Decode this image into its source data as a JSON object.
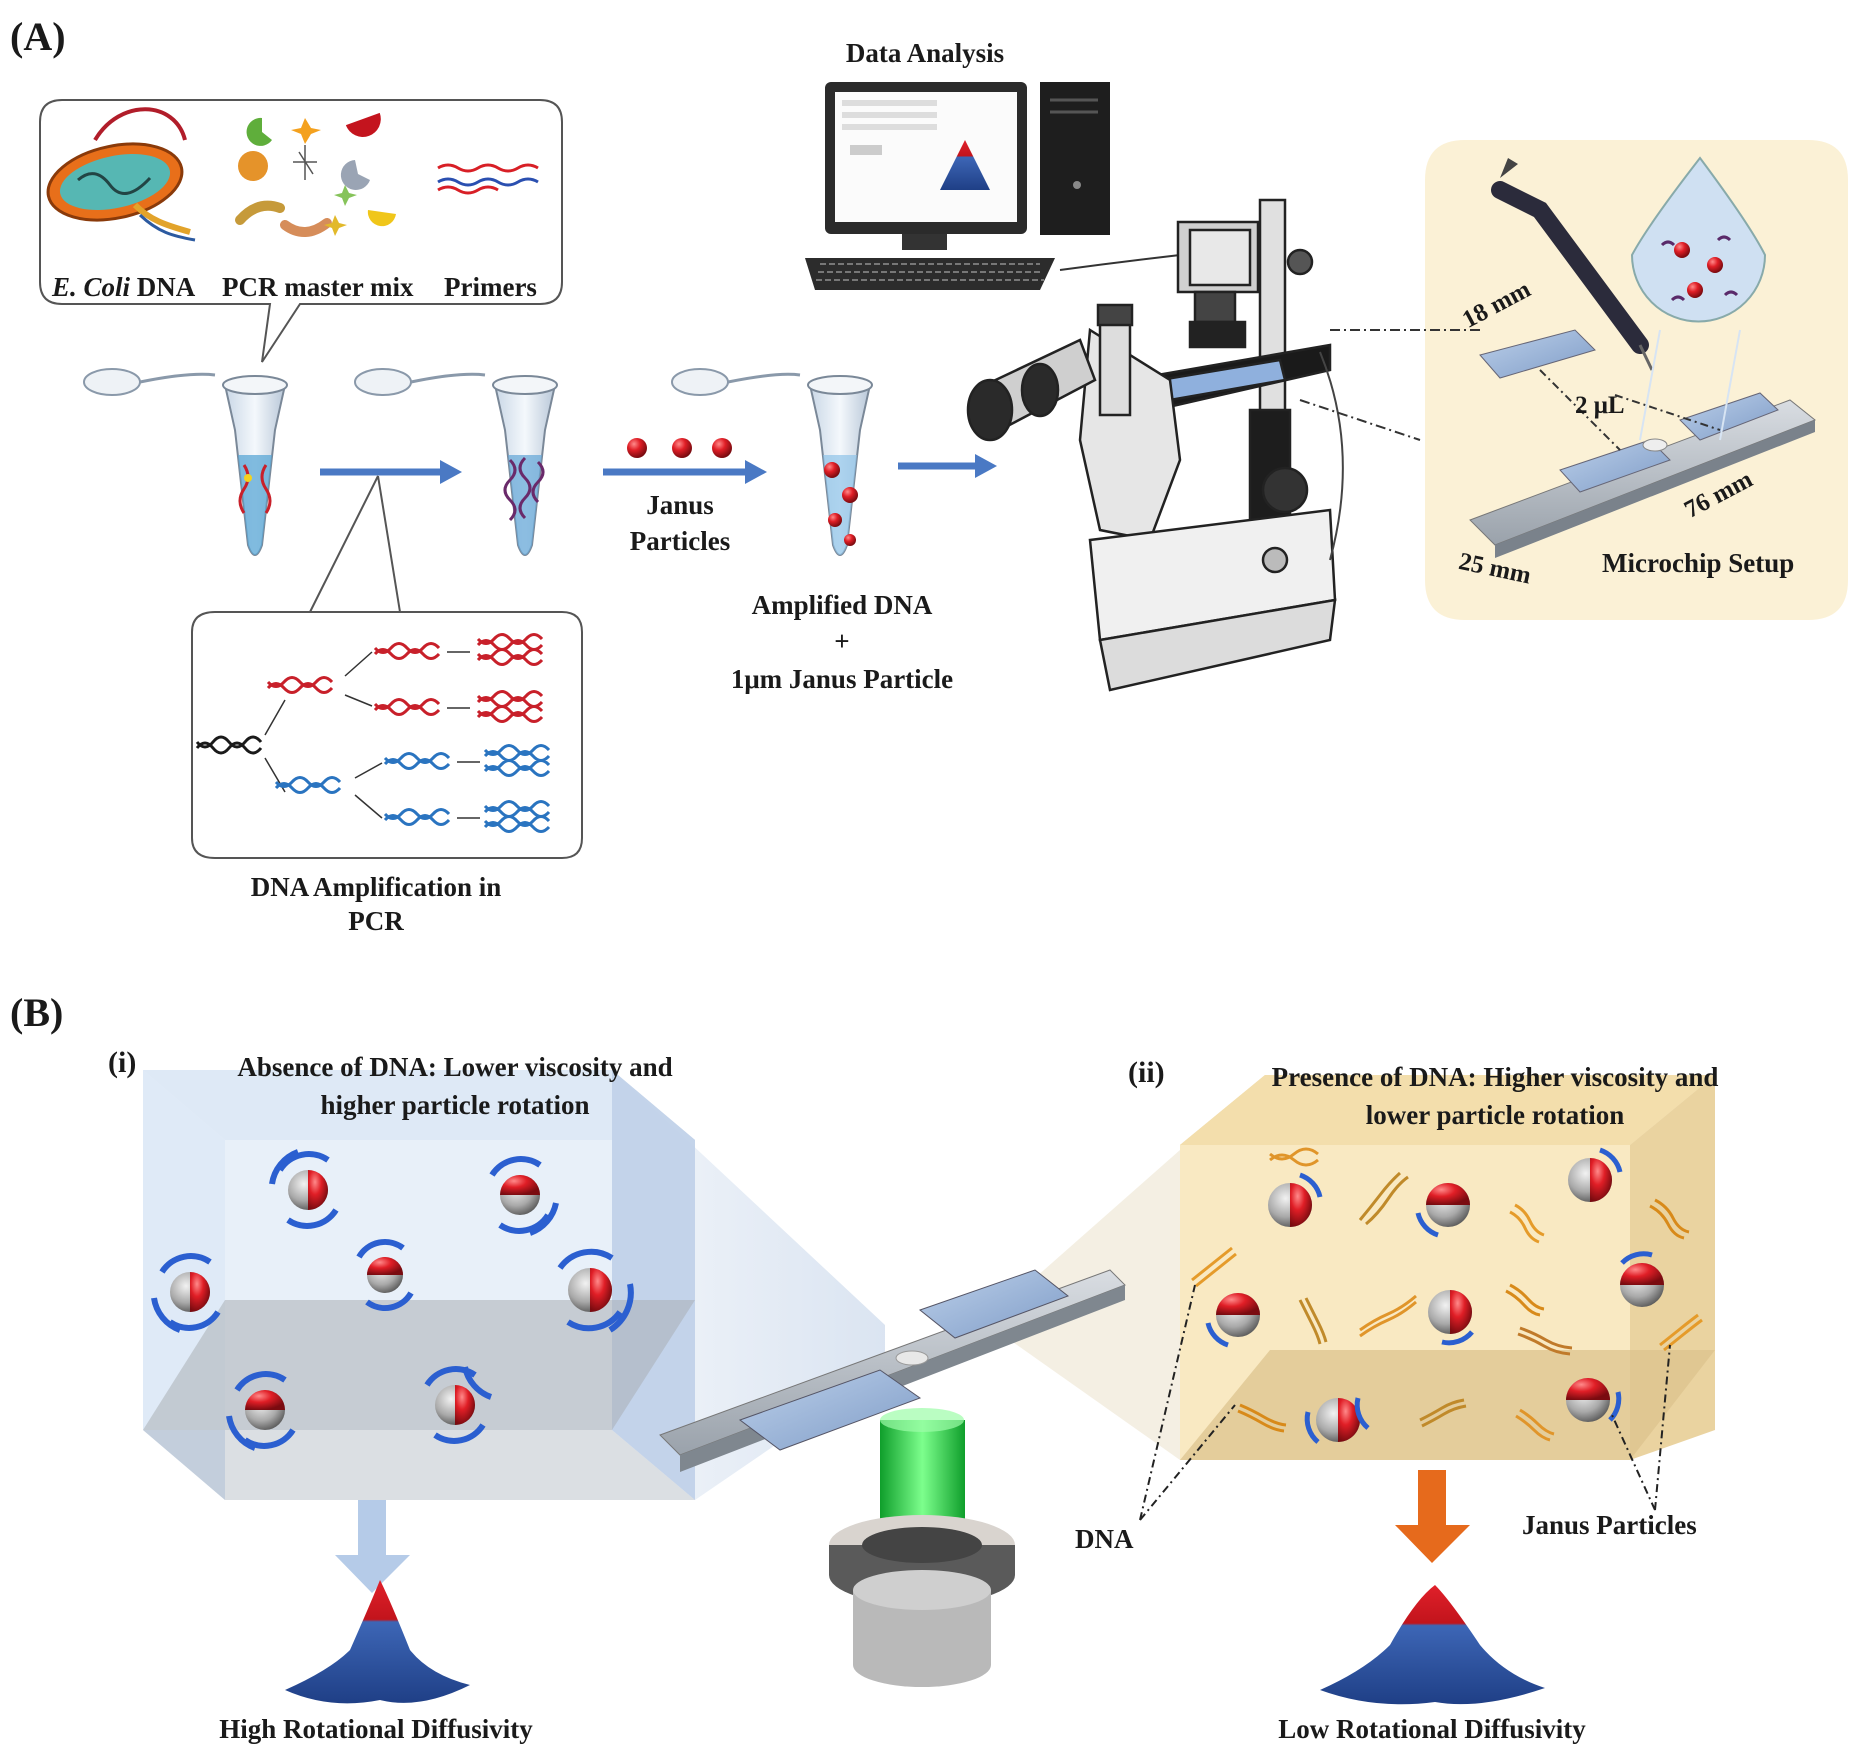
{
  "panelA": {
    "letter": "(A)",
    "reagents": {
      "ecoli_italic": "E. Coli",
      "ecoli_rest": " DNA",
      "master_mix": "PCR master mix",
      "primers": "Primers"
    },
    "amplification_label": [
      "DNA Amplification  in",
      "PCR"
    ],
    "janus_label": [
      "Janus",
      "Particles"
    ],
    "amplified_label": [
      "Amplified DNA",
      "+",
      "1μm Janus Particle"
    ],
    "data_analysis": "Data Analysis",
    "microchip": {
      "dim_18": "18 mm",
      "volume": "2 μL",
      "dim_76": "76 mm",
      "dim_25": "25 mm",
      "title": "Microchip Setup"
    }
  },
  "panelB": {
    "letter": "(B)",
    "left": {
      "index": "(i)",
      "title": [
        "Absence of DNA: Lower viscosity and",
        "higher particle rotation"
      ],
      "result": "High Rotational Diffusivity"
    },
    "right": {
      "index": "(ii)",
      "title": [
        "Presence of DNA: Higher viscosity and",
        "lower particle rotation"
      ],
      "result": "Low Rotational Diffusivity",
      "dna_label": "DNA",
      "janus_label": "Janus Particles"
    }
  },
  "colors": {
    "arrow_blue": "#4a79c4",
    "janus_red": "#d81f26",
    "dna_red": "#c8202a",
    "dna_blue": "#2a74c0",
    "box_blue": "#dce8f7",
    "box_yellow": "#f8e4b4",
    "arrow_orange": "#e66a1c",
    "arrow_lightblue": "#b5cbe8",
    "beam_green": "#3ee85a"
  }
}
